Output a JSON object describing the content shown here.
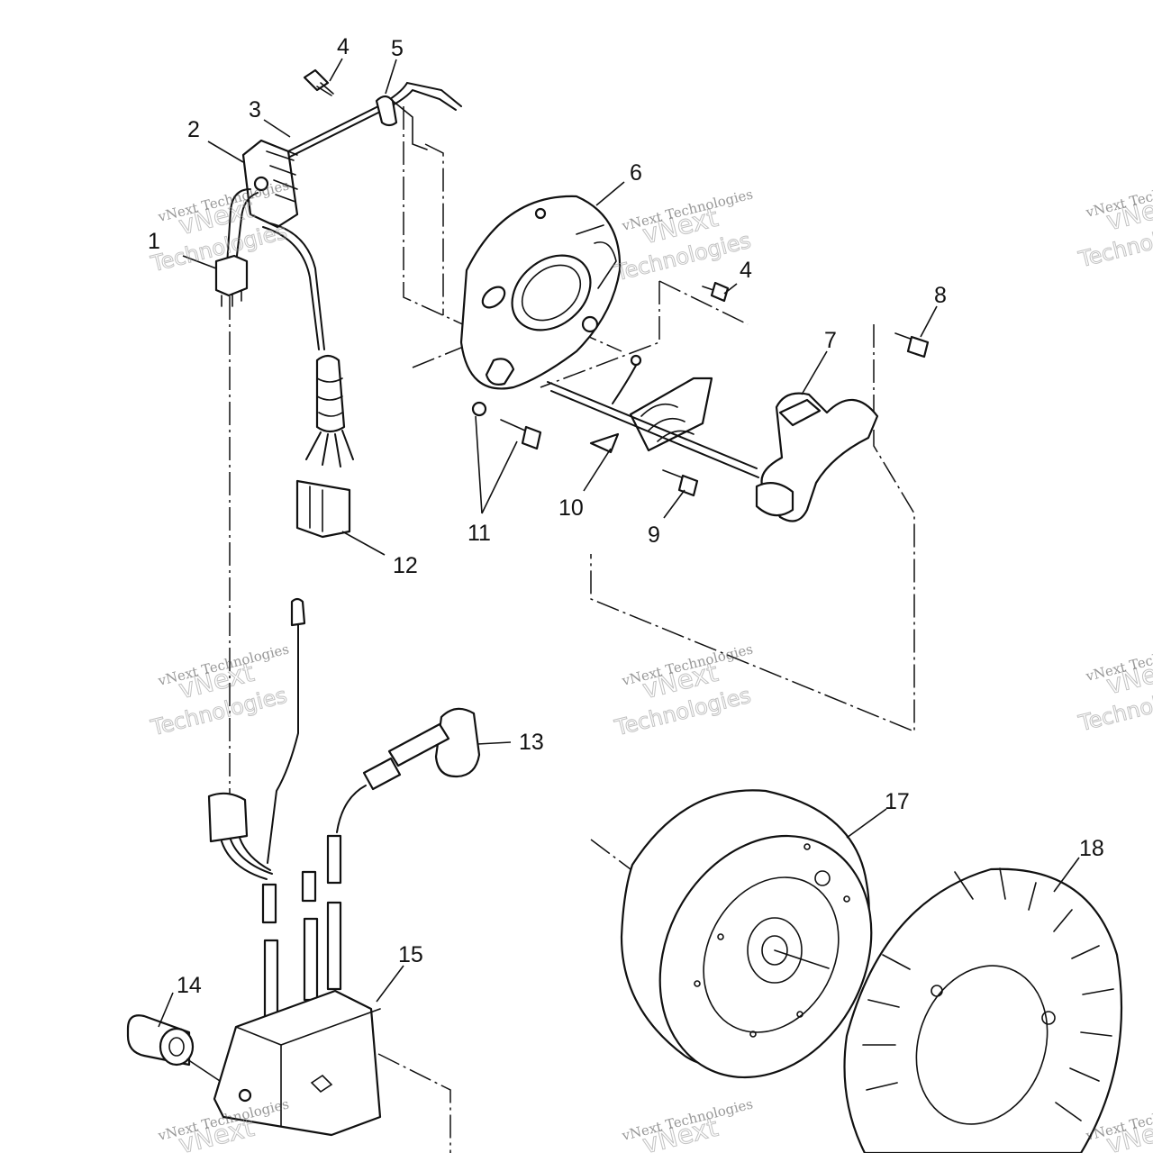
{
  "callouts": [
    {
      "id": "c1",
      "label": "1"
    },
    {
      "id": "c2",
      "label": "2"
    },
    {
      "id": "c3",
      "label": "3"
    },
    {
      "id": "c4a",
      "label": "4"
    },
    {
      "id": "c5",
      "label": "5"
    },
    {
      "id": "c6",
      "label": "6"
    },
    {
      "id": "c4b",
      "label": "4"
    },
    {
      "id": "c8",
      "label": "8"
    },
    {
      "id": "c7",
      "label": "7"
    },
    {
      "id": "c11",
      "label": "11"
    },
    {
      "id": "c10",
      "label": "10"
    },
    {
      "id": "c9",
      "label": "9"
    },
    {
      "id": "c12",
      "label": "12"
    },
    {
      "id": "c13",
      "label": "13"
    },
    {
      "id": "c14",
      "label": "14"
    },
    {
      "id": "c15",
      "label": "15"
    },
    {
      "id": "c17",
      "label": "17"
    },
    {
      "id": "c18",
      "label": "18"
    }
  ],
  "watermark": {
    "line1": "vNext Technologies",
    "line2": "vNext",
    "line3": "Technologies"
  }
}
